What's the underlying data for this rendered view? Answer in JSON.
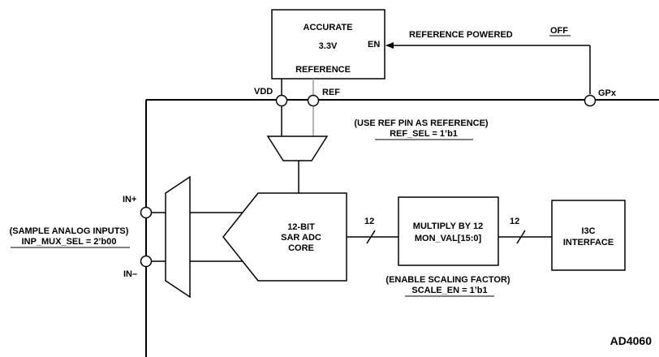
{
  "reference_block": {
    "line1": "ACCURATE",
    "line2": "3.3V",
    "line3": "REFERENCE",
    "en_pin": "EN"
  },
  "control": {
    "reference_powered": "REFERENCE POWERED",
    "state": "OFF"
  },
  "pins": {
    "vdd": "VDD",
    "ref": "REF",
    "gpx": "GPx",
    "in_plus": "IN+",
    "in_minus": "IN–"
  },
  "annotations": {
    "ref_note": "(USE REF PIN AS REFERENCE)",
    "ref_sel": "REF_SEL = 1’b1",
    "inp_note": "(SAMPLE ANALOG INPUTS)",
    "inp_sel": "INP_MUX_SEL = 2’b00",
    "scale_note": "(ENABLE SCALING FACTOR)",
    "scale_en": "SCALE_EN = 1’b1"
  },
  "adc": {
    "line1": "12-BIT",
    "line2": "SAR ADC",
    "line3": "CORE"
  },
  "multiplier": {
    "line1": "MULTIPLY BY 12",
    "line2": "MON_VAL[15:0]"
  },
  "i3c": {
    "line1": "I3C",
    "line2": "INTERFACE"
  },
  "bus": {
    "width1": "12",
    "width2": "12"
  },
  "chip": {
    "name": "AD4060"
  }
}
